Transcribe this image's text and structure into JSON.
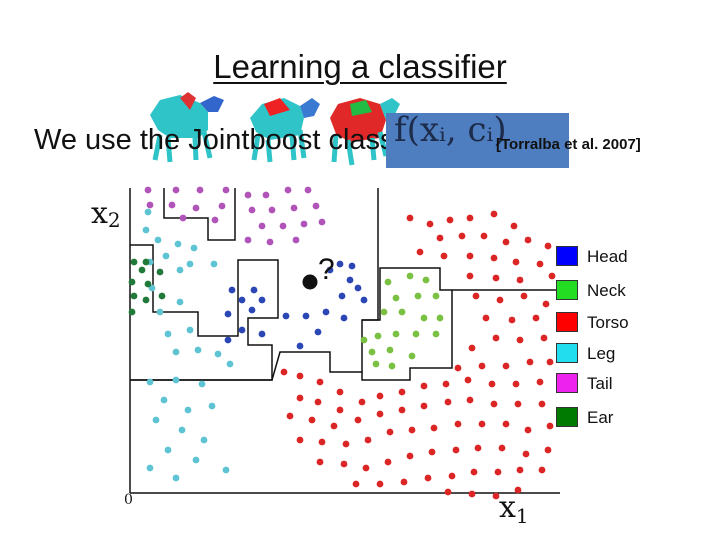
{
  "slide": {
    "title": "Learning a classifier",
    "subtitle": "We use the Jointboost classifier",
    "formula": "f(xᵢ, cᵢ)",
    "citation": "[Torralba et al. 2007]"
  },
  "plot": {
    "x_label": "x",
    "x_label_sub": "1",
    "y_label": "x",
    "y_label_sub": "2",
    "origin_label": "0",
    "query_label": "?"
  },
  "legend": [
    {
      "label": "Head",
      "color": "#0000ff"
    },
    {
      "label": "Neck",
      "color": "#22dd22"
    },
    {
      "label": "Torso",
      "color": "#ff0000"
    },
    {
      "label": "Leg",
      "color": "#22ddee"
    },
    {
      "label": "Tail",
      "color": "#ee22ee"
    },
    {
      "label": "Ear",
      "color": "#007a00"
    }
  ],
  "points_colors": {
    "head": "#2b47b3",
    "neck": "#7ac143",
    "torso": "#dc2626",
    "leg": "#5ec4d4",
    "tail": "#b054b8",
    "ear": "#217a3a"
  }
}
